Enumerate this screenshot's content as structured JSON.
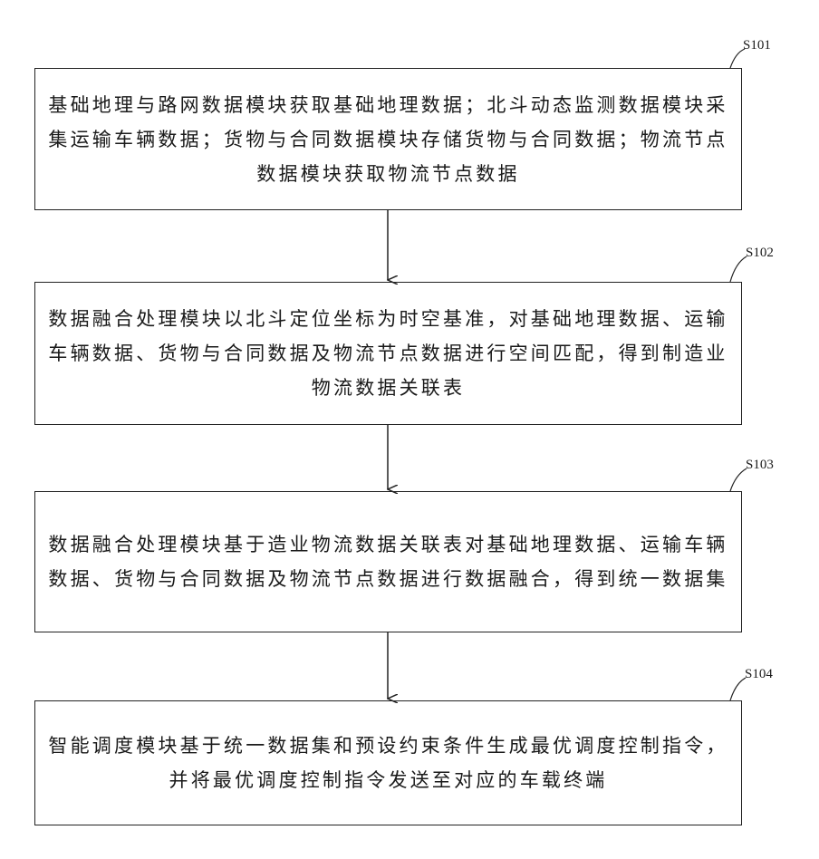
{
  "steps": [
    {
      "label": "S101",
      "text": "基础地理与路网数据模块获取基础地理数据；北斗动态监测数据模块采集运输车辆数据；货物与合同数据模块存储货物与合同数据；物流节点数据模块获取物流节点数据"
    },
    {
      "label": "S102",
      "text": "数据融合处理模块以北斗定位坐标为时空基准，对基础地理数据、运输车辆数据、货物与合同数据及物流节点数据进行空间匹配，得到制造业物流数据关联表"
    },
    {
      "label": "S103",
      "text": "数据融合处理模块基于造业物流数据关联表对基础地理数据、运输车辆数据、货物与合同数据及物流节点数据进行数据融合，得到统一数据集"
    },
    {
      "label": "S104",
      "text": "智能调度模块基于统一数据集和预设约束条件生成最优调度控制指令，并将最优调度控制指令发送至对应的车载终端"
    }
  ]
}
